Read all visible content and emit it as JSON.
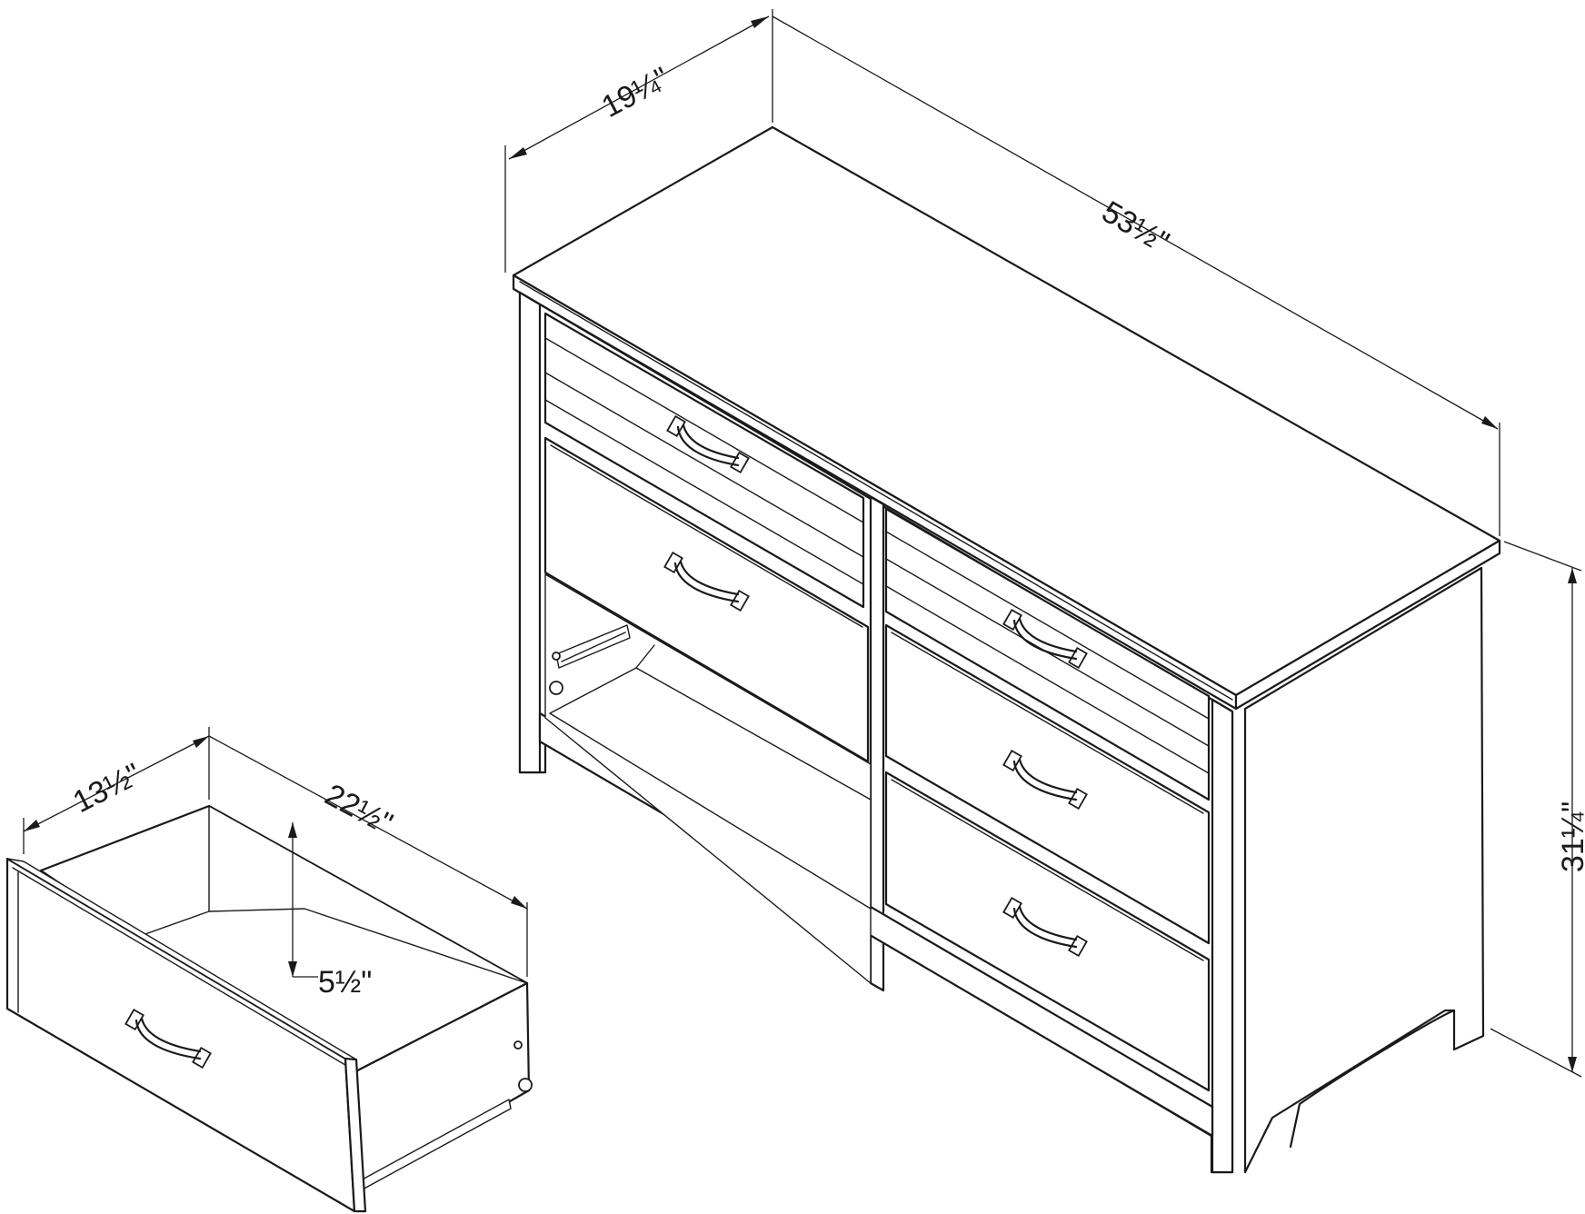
{
  "diagram": {
    "subject": "six-drawer dresser with one drawer shown removed",
    "dimensions": {
      "dresser_depth": "19¼\"",
      "dresser_width": "53½\"",
      "dresser_height": "31¼\"",
      "drawer_depth": "13½\"",
      "drawer_width": "22½\"",
      "drawer_height": "5½\""
    }
  }
}
